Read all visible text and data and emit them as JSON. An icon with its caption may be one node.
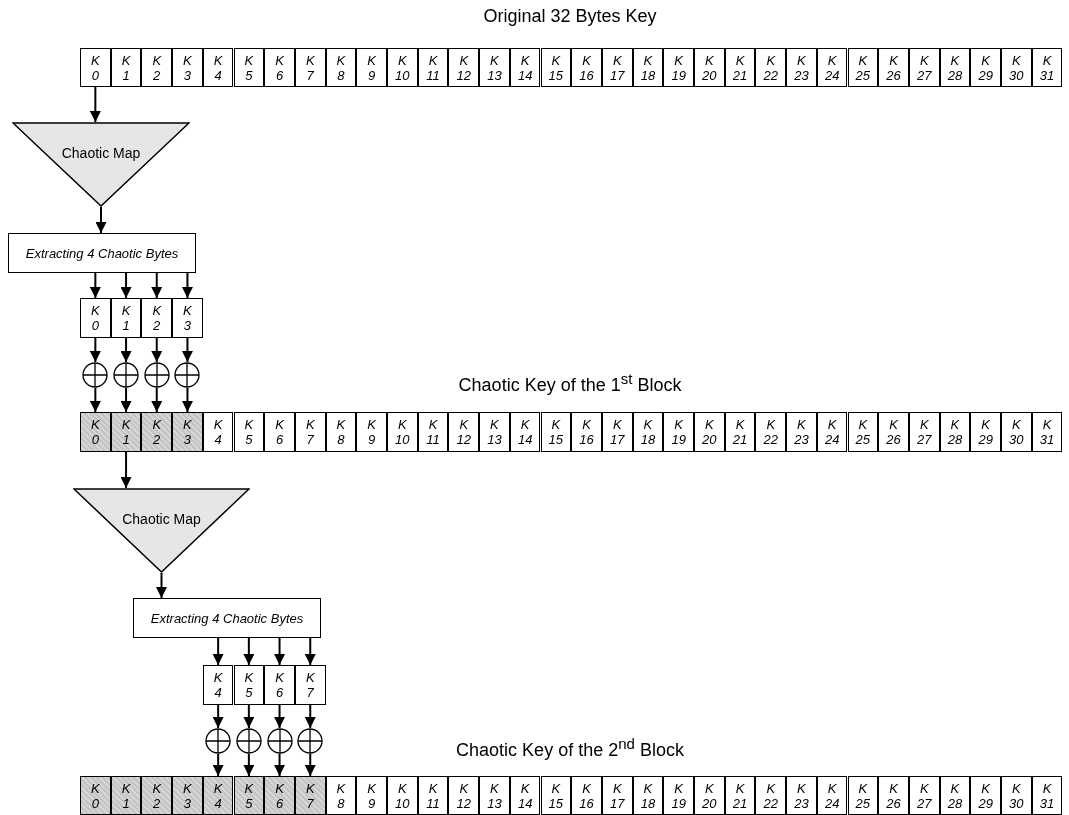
{
  "diagram": {
    "nodes": [
      {
        "text": [
          "K 0"
        ]
      },
      {
        "text": [
          "K 1"
        ]
      },
      {
        "text": [
          "K 2"
        ]
      },
      {
        "text": [
          "K 3"
        ]
      },
      {
        "text": [
          "K 4"
        ]
      },
      {
        "text": [
          "K 5"
        ]
      },
      {
        "text": [
          "K 6"
        ]
      },
      {
        "text": [
          "K 7"
        ]
      },
      {
        "text": [
          "K 8"
        ]
      },
      {
        "text": [
          "K 9"
        ]
      },
      {
        "text": [
          "K 10"
        ]
      },
      {
        "text": [
          "K 11"
        ]
      },
      {
        "text": [
          "K 12"
        ]
      },
      {
        "text": [
          "K 13"
        ]
      },
      {
        "text": [
          "K 14"
        ]
      },
      {
        "text": [
          "K 15"
        ]
      },
      {
        "text": [
          "K 16"
        ]
      },
      {
        "text": [
          "K 17"
        ]
      },
      {
        "text": [
          "K 18"
        ]
      },
      {
        "text": [
          "K 19"
        ]
      },
      {
        "text": [
          "K 20"
        ]
      },
      {
        "text": [
          "K 21"
        ]
      },
      {
        "text": [
          "K 22"
        ]
      },
      {
        "text": [
          "K 23"
        ]
      },
      {
        "text": [
          "K 24"
        ]
      },
      {
        "text": [
          "K 25"
        ]
      },
      {
        "text": [
          "K 26"
        ]
      },
      {
        "text": [
          "K 27"
        ]
      },
      {
        "text": [
          "K 28"
        ]
      },
      {
        "text": [
          "K 29"
        ]
      },
      {
        "text": [
          "K 30"
        ]
      },
      {
        "text": [
          "K 31"
        ]
      },
      {
        "text": [
          "Chaotic Map"
        ]
      },
      {
        "text": [
          "Extracting 4 Chaotic Bytes"
        ]
      },
      {
        "text": [
          "K 0"
        ]
      },
      {
        "text": [
          "K 1"
        ]
      },
      {
        "text": [
          "K 2"
        ]
      },
      {
        "text": [
          "K 3"
        ]
      },
      {
        "text": [],
        "shape": "circle"
      },
      {
        "text": [],
        "shape": "circle"
      },
      {
        "text": [],
        "shape": "circle"
      },
      {
        "text": [],
        "shape": "circle"
      },
      {
        "text": [
          "K 0"
        ]
      },
      {
        "text": [
          "K 1"
        ]
      },
      {
        "text": [
          "K 2"
        ]
      },
      {
        "text": [
          "K 3"
        ]
      },
      {
        "text": [
          "K 4"
        ]
      },
      {
        "text": [
          "K 5"
        ]
      },
      {
        "text": [
          "K 6"
        ]
      },
      {
        "text": [
          "K 7"
        ]
      },
      {
        "text": [
          "K 8"
        ]
      },
      {
        "text": [
          "K 9"
        ]
      },
      {
        "text": [
          "K 10"
        ]
      },
      {
        "text": [
          "K 11"
        ]
      },
      {
        "text": [
          "K 12"
        ]
      },
      {
        "text": [
          "K 13"
        ]
      },
      {
        "text": [
          "K 14"
        ]
      },
      {
        "text": [
          "K 15"
        ]
      },
      {
        "text": [
          "K 16"
        ]
      },
      {
        "text": [
          "K 17"
        ]
      },
      {
        "text": [
          "K 18"
        ]
      },
      {
        "text": [
          "K 19"
        ]
      },
      {
        "text": [
          "K 20"
        ]
      },
      {
        "text": [
          "K 21"
        ]
      },
      {
        "text": [
          "K 22"
        ]
      },
      {
        "text": [
          "K 23"
        ]
      },
      {
        "text": [
          "K 24"
        ]
      },
      {
        "text": [
          "K 25"
        ]
      },
      {
        "text": [
          "K 26"
        ]
      },
      {
        "text": [
          "K 27"
        ]
      },
      {
        "text": [
          "K 28"
        ]
      },
      {
        "text": [
          "K 29"
        ]
      },
      {
        "text": [
          "K 30"
        ]
      },
      {
        "text": [
          "K 31"
        ]
      },
      {
        "text": [
          "Chaotic Map"
        ]
      },
      {
        "text": [
          "Extracting 4 Chaotic Bytes"
        ]
      },
      {
        "text": [
          "K 4"
        ]
      },
      {
        "text": [
          "K 5"
        ]
      },
      {
        "text": [
          "K 6"
        ]
      },
      {
        "text": [
          "K 7"
        ]
      },
      {
        "text": [],
        "shape": "circle"
      },
      {
        "text": [],
        "shape": "circle"
      },
      {
        "text": [],
        "shape": "circle"
      },
      {
        "text": [],
        "shape": "circle"
      },
      {
        "text": [
          "K 0"
        ]
      },
      {
        "text": [
          "K 1"
        ]
      },
      {
        "text": [
          "K 2"
        ]
      },
      {
        "text": [
          "K 3"
        ]
      },
      {
        "text": [
          "K 4"
        ]
      },
      {
        "text": [
          "K 5"
        ]
      },
      {
        "text": [
          "K 6"
        ]
      },
      {
        "text": [
          "K 7"
        ]
      },
      {
        "text": [
          "K 8"
        ]
      },
      {
        "text": [
          "K 9"
        ]
      },
      {
        "text": [
          "K 10"
        ]
      },
      {
        "text": [
          "K 11"
        ]
      },
      {
        "text": [
          "K 12"
        ]
      },
      {
        "text": [
          "K 13"
        ]
      },
      {
        "text": [
          "K 14"
        ]
      },
      {
        "text": [
          "K 15"
        ]
      },
      {
        "text": [
          "K 16"
        ]
      },
      {
        "text": [
          "K 17"
        ]
      },
      {
        "text": [
          "K 18"
        ]
      },
      {
        "text": [
          "K 19"
        ]
      },
      {
        "text": [
          "K 20"
        ]
      },
      {
        "text": [
          "K 21"
        ]
      },
      {
        "text": [
          "K 22"
        ]
      },
      {
        "text": [
          "K 23"
        ]
      },
      {
        "text": [
          "K 24"
        ]
      },
      {
        "text": [
          "K 25"
        ]
      },
      {
        "text": [
          "K 26"
        ]
      },
      {
        "text": [
          "K 27"
        ]
      },
      {
        "text": [
          "K 28"
        ]
      },
      {
        "text": [
          "K 29"
        ]
      },
      {
        "text": [
          "K 30"
        ]
      },
      {
        "text": [
          "K 31"
        ]
      }
    ],
    "edges": [
      {
        "from": 0,
        "to": 32,
        "arrow": "to"
      },
      {
        "from": 32,
        "to": 33,
        "arrow": "to"
      },
      {
        "from": 33,
        "to": 34,
        "arrow": "to"
      },
      {
        "from": 33,
        "to": 35,
        "arrow": "to"
      },
      {
        "from": 33,
        "to": 36,
        "arrow": "to"
      },
      {
        "from": 33,
        "to": 37,
        "arrow": "to"
      },
      {
        "from": 34,
        "to": 38,
        "arrow": "to"
      },
      {
        "from": 35,
        "to": 39,
        "arrow": "to"
      },
      {
        "from": 36,
        "to": 40,
        "arrow": "to"
      },
      {
        "from": 37,
        "to": 41,
        "arrow": "to"
      },
      {
        "from": 38,
        "to": 42,
        "arrow": "to"
      },
      {
        "from": 39,
        "to": 43,
        "arrow": "to"
      },
      {
        "from": 40,
        "to": 44,
        "arrow": "to"
      },
      {
        "from": 41,
        "to": 45,
        "arrow": "to"
      },
      {
        "from": 43,
        "to": 74,
        "arrow": "to"
      },
      {
        "from": 74,
        "to": 75,
        "arrow": "to"
      },
      {
        "from": 75,
        "to": 76,
        "arrow": "to"
      },
      {
        "from": 75,
        "to": 77,
        "arrow": "to"
      },
      {
        "from": 75,
        "to": 78,
        "arrow": "to"
      },
      {
        "from": 75,
        "to": 79,
        "arrow": "to"
      },
      {
        "from": 76,
        "to": 80,
        "arrow": "to"
      },
      {
        "from": 77,
        "to": 81,
        "arrow": "to"
      },
      {
        "from": 78,
        "to": 82,
        "arrow": "to"
      },
      {
        "from": 79,
        "to": 83,
        "arrow": "to"
      },
      {
        "from": 80,
        "to": 88,
        "arrow": "to"
      },
      {
        "from": 81,
        "to": 89,
        "arrow": "to"
      },
      {
        "from": 82,
        "to": 90,
        "arrow": "to"
      },
      {
        "from": 83,
        "to": 91,
        "arrow": "to"
      }
    ],
    "labels": [
      "Original 32 Bytes Key",
      "Chaotic Key of the 1$^{st}$ Block",
      "Chaotic Key of the 2$^{nd}$ Block"
    ]
  }
}
